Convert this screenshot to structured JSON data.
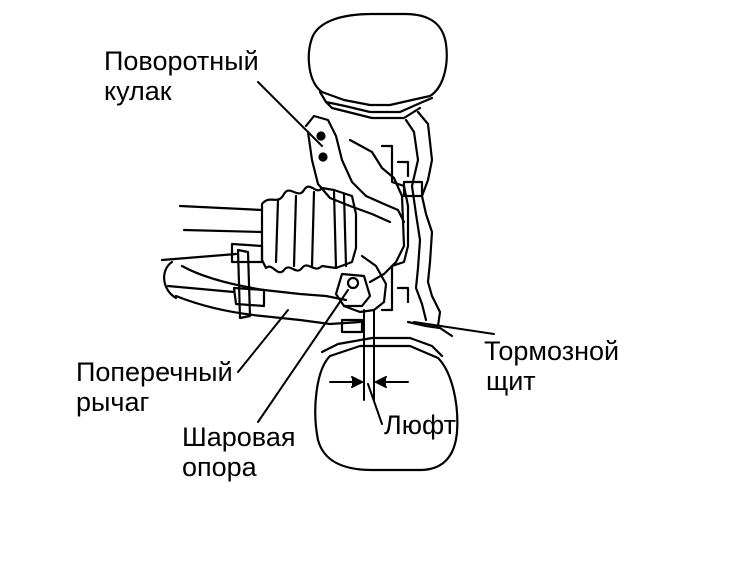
{
  "labels": {
    "knuckle": [
      "Поворотный",
      "кулак"
    ],
    "lower_arm": [
      "Поперечный",
      "рычаг"
    ],
    "ball_joint": [
      "Шаровая",
      "опора"
    ],
    "brake_shield": [
      "Тормозной",
      "щит"
    ],
    "play": [
      "Люфт"
    ]
  },
  "colors": {
    "line": "#000000",
    "background": "#ffffff"
  }
}
